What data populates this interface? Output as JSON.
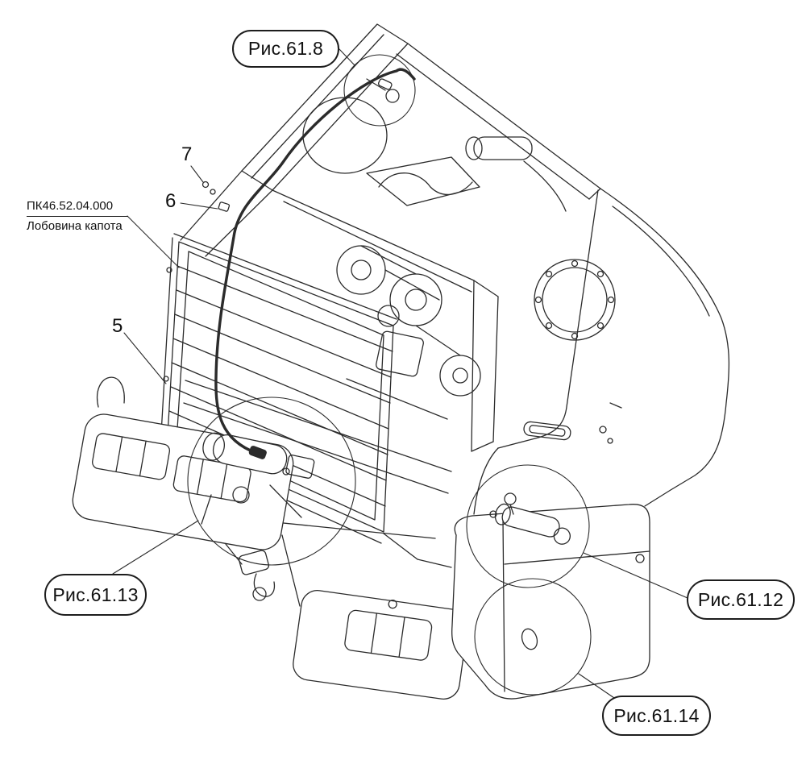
{
  "page": {
    "background": "#ffffff",
    "line_color": "#2b2b2b"
  },
  "labels": {
    "part_code": "ПК46.52.04.000",
    "part_name": "Лобовина капота"
  },
  "part_numbers": [
    {
      "id": "7",
      "label": "7"
    },
    {
      "id": "6",
      "label": "6"
    },
    {
      "id": "5",
      "label": "5"
    }
  ],
  "figure_callouts": [
    {
      "id": "fig-61-8",
      "label": "Рис.61.8"
    },
    {
      "id": "fig-61-13",
      "label": "Рис.61.13"
    },
    {
      "id": "fig-61-12",
      "label": "Рис.61.12"
    },
    {
      "id": "fig-61-14",
      "label": "Рис.61.14"
    }
  ]
}
